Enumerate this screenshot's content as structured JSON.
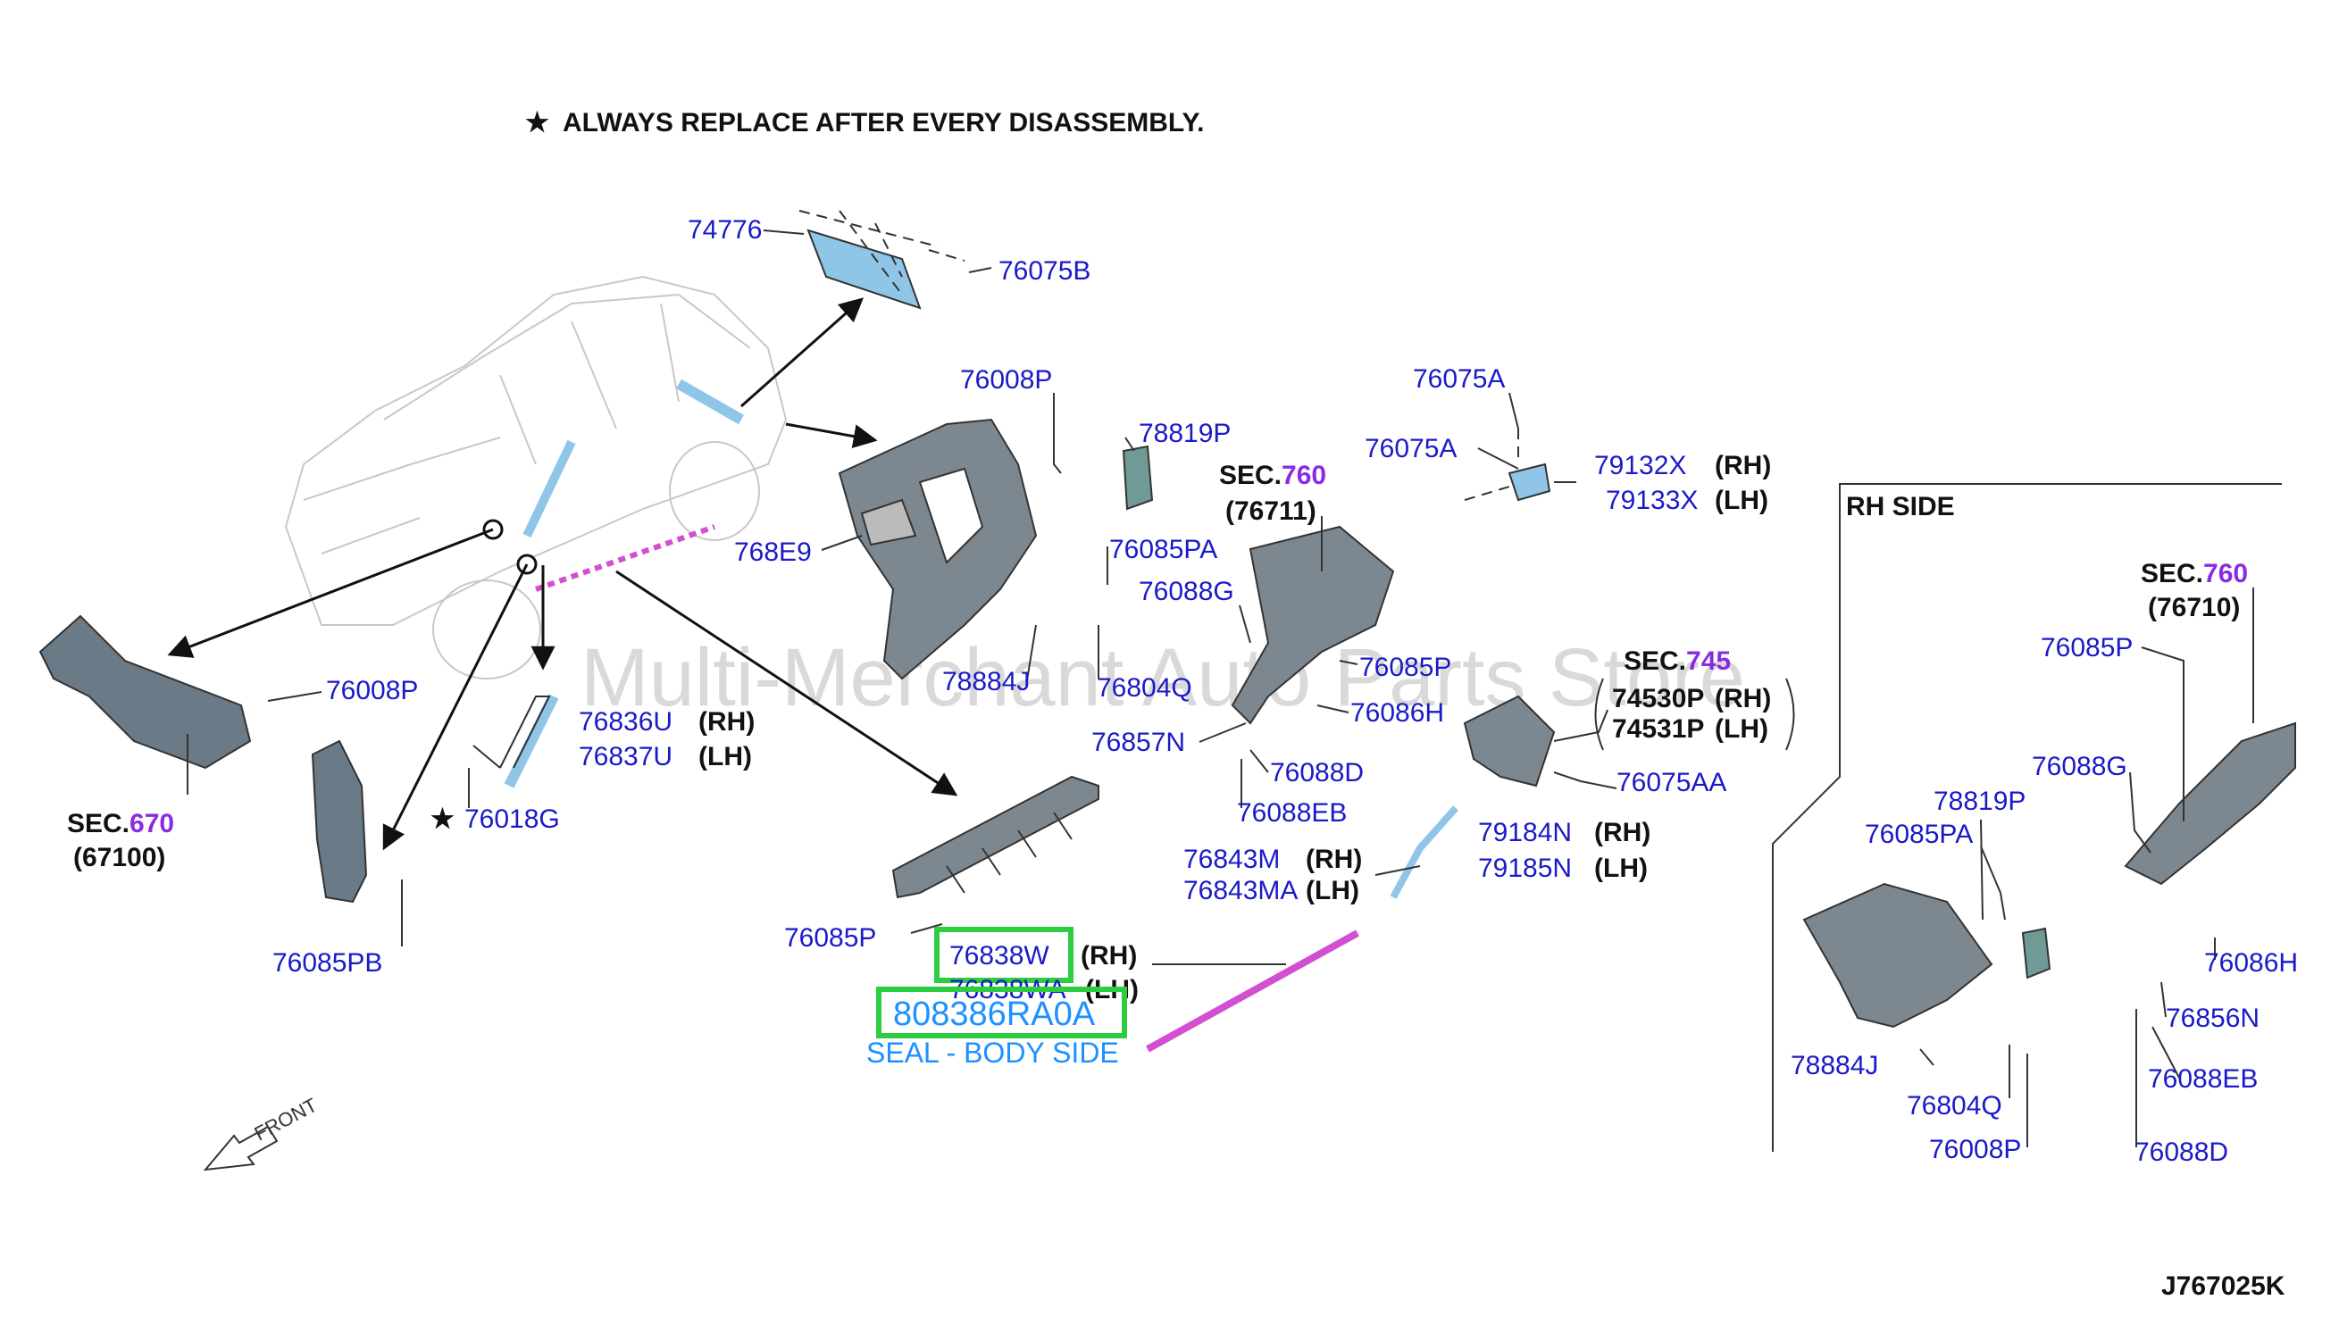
{
  "note": "ALWAYS REPLACE AFTER EVERY DISASSEMBLY.",
  "note_symbol": "★",
  "watermark": "Multi-Merchant Auto Parts Store",
  "diagram_code": "J767025K",
  "front_label": "FRONT",
  "rh_side_label": "RH SIDE",
  "sec_prefix": "SEC.",
  "sections": {
    "s670": {
      "num": "670",
      "code": "(67100)"
    },
    "s760a": {
      "num": "760",
      "code": "(76711)"
    },
    "s745": {
      "num": "745"
    },
    "s760b": {
      "num": "760",
      "code": "(76710)"
    }
  },
  "rh": "(RH)",
  "lh": "(LH)",
  "parts": {
    "p74776": "74776",
    "p76075B": "76075B",
    "p76008P_a": "76008P",
    "p78819P_a": "78819P",
    "p768E9": "768E9",
    "p76085PA_a": "76085PA",
    "p78884J_a": "78884J",
    "p76804Q_a": "76804Q",
    "p76075A_a": "76075A",
    "p76075A_b": "76075A",
    "p79132X": "79132X",
    "p79133X": "79133X",
    "p76088G_a": "76088G",
    "p76085P_a": "76085P",
    "p76086H_a": "76086H",
    "p74530P": "74530P",
    "p74531P": "74531P",
    "p76857N": "76857N",
    "p76088D_a": "76088D",
    "p76088EB_a": "76088EB",
    "p76075AA": "76075AA",
    "p76843M": "76843M",
    "p76843MA": "76843MA",
    "p79184N": "79184N",
    "p79185N": "79185N",
    "p76008P_b": "76008P",
    "p76836U": "76836U",
    "p76837U": "76837U",
    "p76018G": "76018G",
    "p76085PB": "76085PB",
    "p76085P_b": "76085P",
    "p76838W": "76838W",
    "p76838WA": "76838WA",
    "p76085P_c": "76085P",
    "p76088G_b": "76088G",
    "p78819P_b": "78819P",
    "p76085PA_b": "76085PA",
    "p76086H_b": "76086H",
    "p76856N": "76856N",
    "p78884J_b": "78884J",
    "p76088EB_b": "76088EB",
    "p76804Q_b": "76804Q",
    "p76008P_c": "76008P",
    "p76088D_b": "76088D"
  },
  "highlight": {
    "part_number": "808386RA0A",
    "description": "SEAL - BODY SIDE"
  },
  "colors": {
    "label_blue": "#1a1ac8",
    "section_purple": "#8a2be2",
    "highlight_green": "#2ecc40",
    "highlight_text": "#1e90ff",
    "seal_magenta": "#d24fd2",
    "part_blue": "#8fc6e8"
  }
}
